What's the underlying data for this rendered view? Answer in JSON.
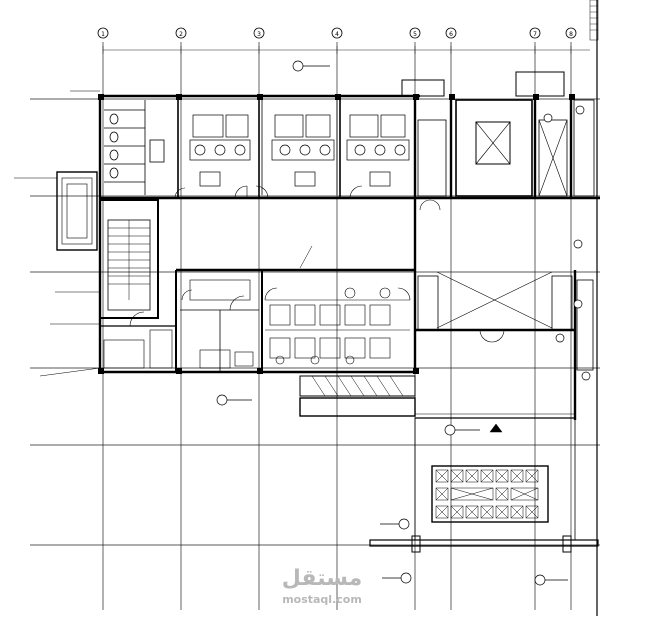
{
  "drawing": {
    "title": "",
    "grid_bubbles": [
      "1",
      "2",
      "3",
      "4",
      "5",
      "6",
      "7",
      "8"
    ],
    "colors": {
      "line": "#000000",
      "background": "#ffffff",
      "watermark": "#b8b8b8"
    }
  },
  "watermark": {
    "arabic": "مستقل",
    "latin": "mostaql.com"
  }
}
